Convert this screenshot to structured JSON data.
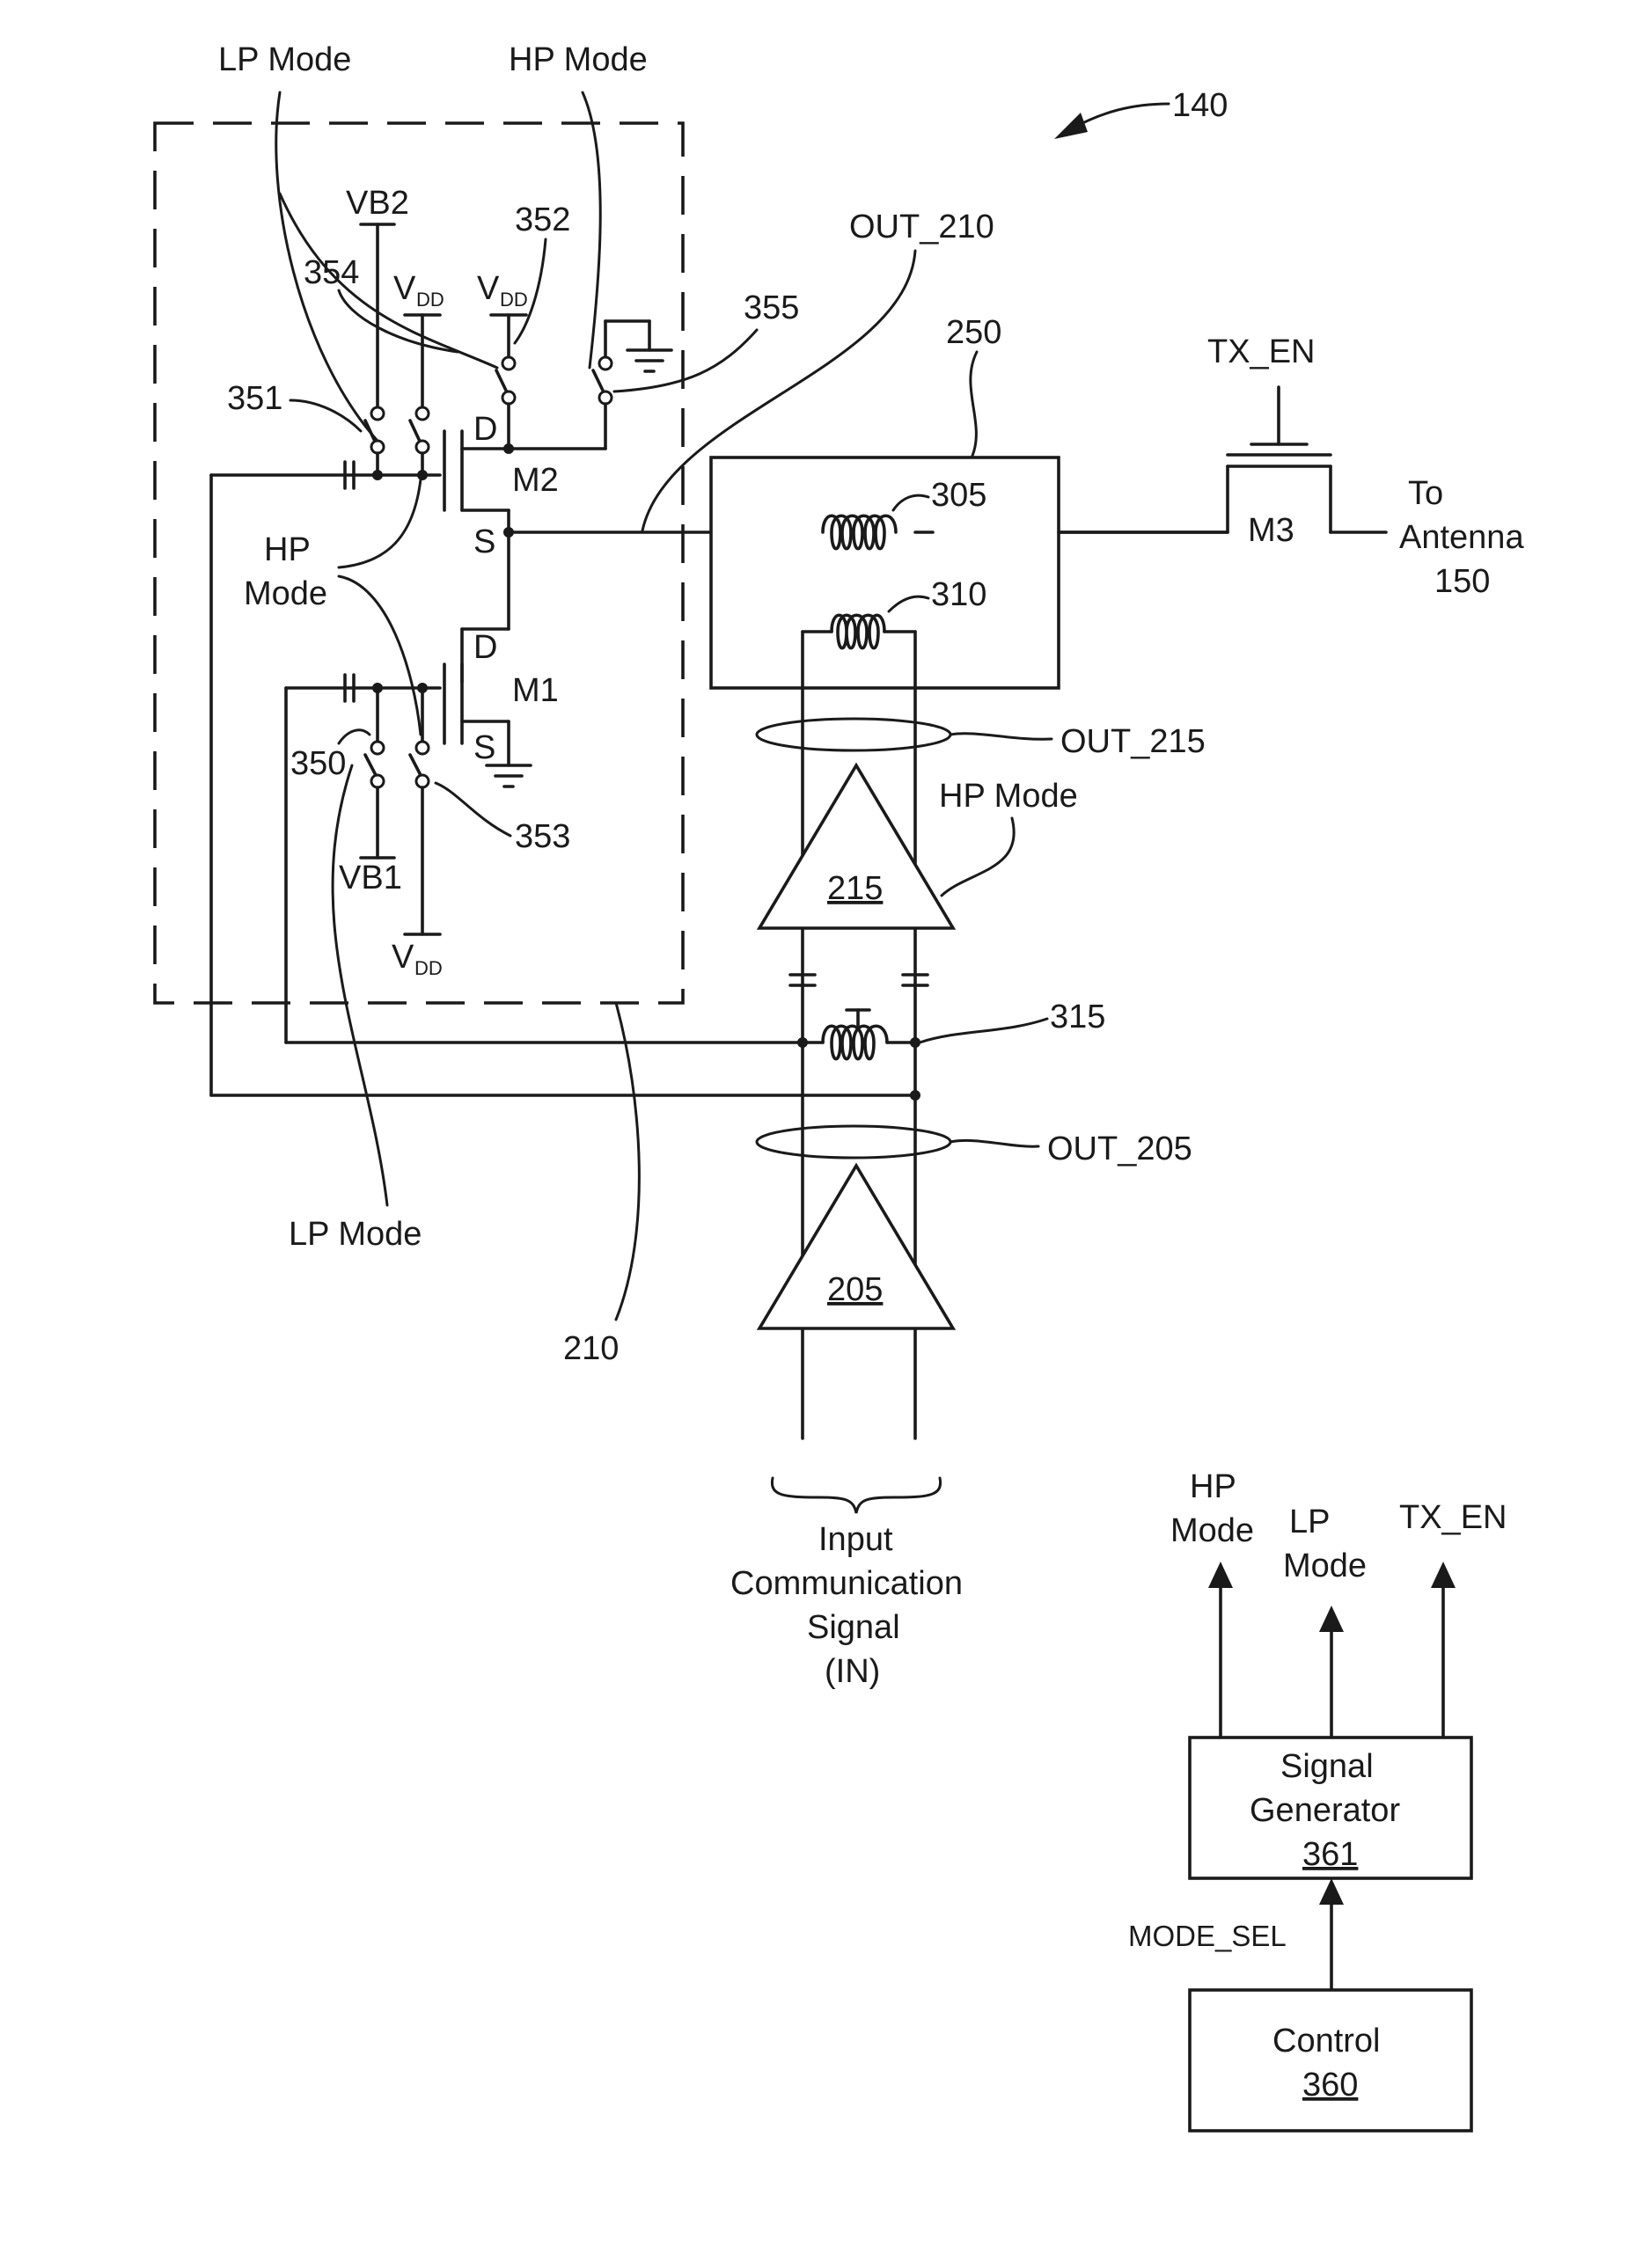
{
  "figure_ref": "140",
  "mode_labels": {
    "lp_top": "LP Mode",
    "hp_top": "HP Mode",
    "hp_left_1": "HP",
    "hp_left_2": "Mode",
    "lp_bottom": "LP Mode",
    "hp_amp": "HP Mode"
  },
  "supplies": {
    "vb2": "VB2",
    "vb1": "VB1",
    "v": "V",
    "dd": "DD"
  },
  "switches": {
    "s350": "350",
    "s351": "351",
    "s352": "352",
    "s353": "353",
    "s354": "354",
    "s355": "355"
  },
  "transistors": {
    "m1": "M1",
    "m2": "M2",
    "m3": "M3",
    "drain": "D",
    "source": "S"
  },
  "nets": {
    "out_210": "OUT_210",
    "out_215": "OUT_215",
    "out_205": "OUT_205",
    "tx_en": "TX_EN"
  },
  "blocks": {
    "b210": "210",
    "b250": "250",
    "l305": "305",
    "l310": "310",
    "l315": "315",
    "a215": "215",
    "a205": "205"
  },
  "antenna": {
    "line1": "To",
    "line2": "Antenna",
    "line3": "150"
  },
  "input_signal": {
    "line1": "Input",
    "line2": "Communication",
    "line3": "Signal",
    "line4": "(IN)"
  },
  "signal_generator": {
    "line1": "Signal",
    "line2": "Generator",
    "ref": "361",
    "out_hp_1": "HP",
    "out_hp_2": "Mode",
    "out_lp_1": "LP",
    "out_lp_2": "Mode",
    "out_tx": "TX_EN"
  },
  "control": {
    "label": "Control",
    "ref": "360",
    "mode_sel": "MODE_SEL"
  }
}
